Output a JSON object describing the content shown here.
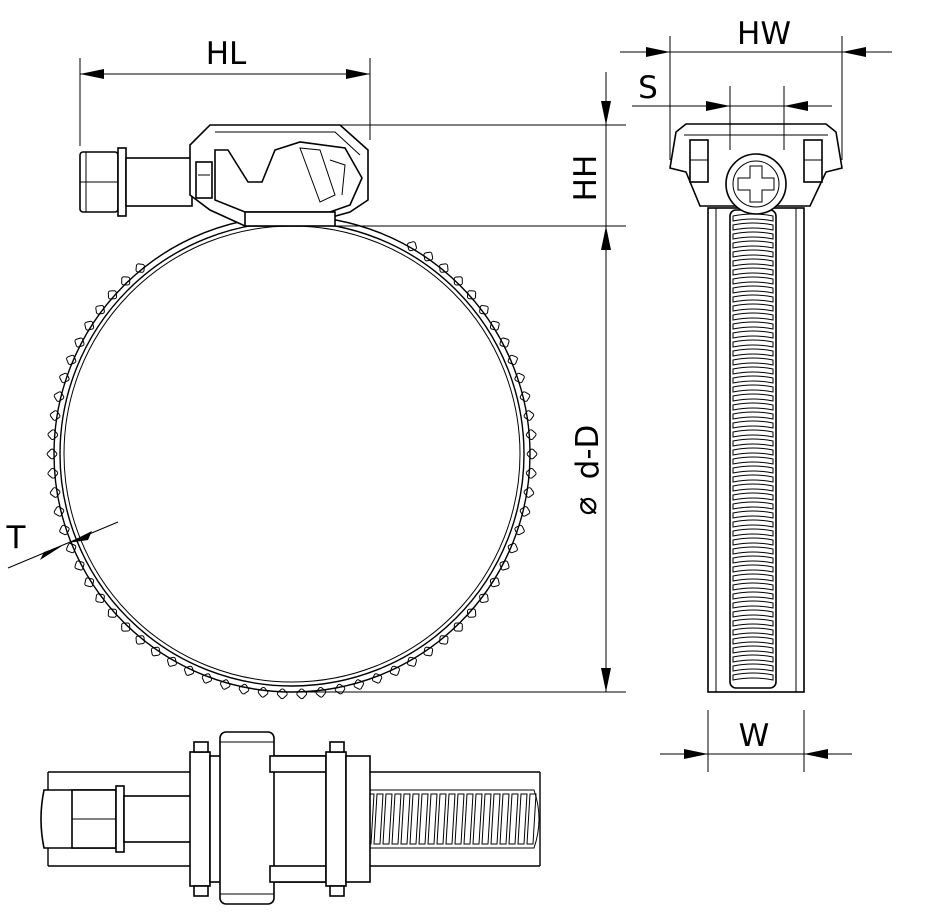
{
  "labels": {
    "hl": "HL",
    "hw": "HW",
    "s": "S",
    "hh": "HH",
    "d": "d-D",
    "diameter_symbol": "⌀",
    "t": "T",
    "w": "W"
  },
  "colors": {
    "line": "#000000",
    "background": "#ffffff"
  }
}
